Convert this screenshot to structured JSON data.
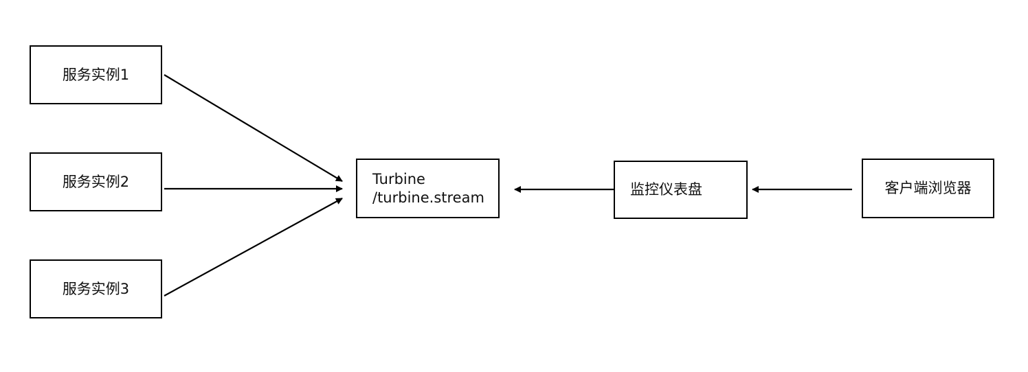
{
  "nodes": {
    "service1": "服务实例1",
    "service2": "服务实例2",
    "service3": "服务实例3",
    "turbine": "Turbine\n/turbine.stream",
    "dashboard": "监控仪表盘",
    "browser": "客户端浏览器"
  },
  "edges": [
    {
      "from": "service1",
      "to": "turbine"
    },
    {
      "from": "service2",
      "to": "turbine"
    },
    {
      "from": "service3",
      "to": "turbine"
    },
    {
      "from": "dashboard",
      "to": "turbine"
    },
    {
      "from": "browser",
      "to": "dashboard"
    }
  ],
  "colors": {
    "line": "#000000",
    "box_border": "#000000",
    "background": "#ffffff"
  }
}
